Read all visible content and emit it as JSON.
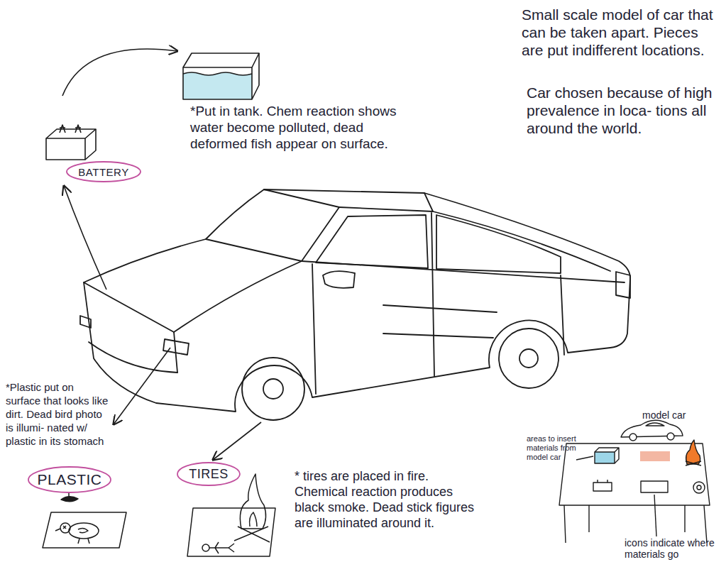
{
  "diagram": {
    "nodes": [
      {
        "text": [
          "BATTERY"
        ]
      },
      {
        "text": [
          "PLASTIC"
        ]
      },
      {
        "text": [
          "TIRES"
        ]
      }
    ],
    "labels": [
      "Small scale model of car that can be taken apart. Pieces are put indifferent locations.",
      "Car chosen because of high prevalence in loca- tions all around the world.",
      "*Put in tank. Chem reaction shows water become polluted, dead deformed fish appear on surface.",
      "*Plastic put on surface that looks like dirt. Dead bird photo is illumi- nated w/ plastic in its stomach",
      "* tires are placed in fire. Chemical reaction produces black smoke. Dead stick figures are illuminated around it.",
      "model car",
      "areas to insert materials from model car",
      "icons indicate where materials go"
    ]
  }
}
